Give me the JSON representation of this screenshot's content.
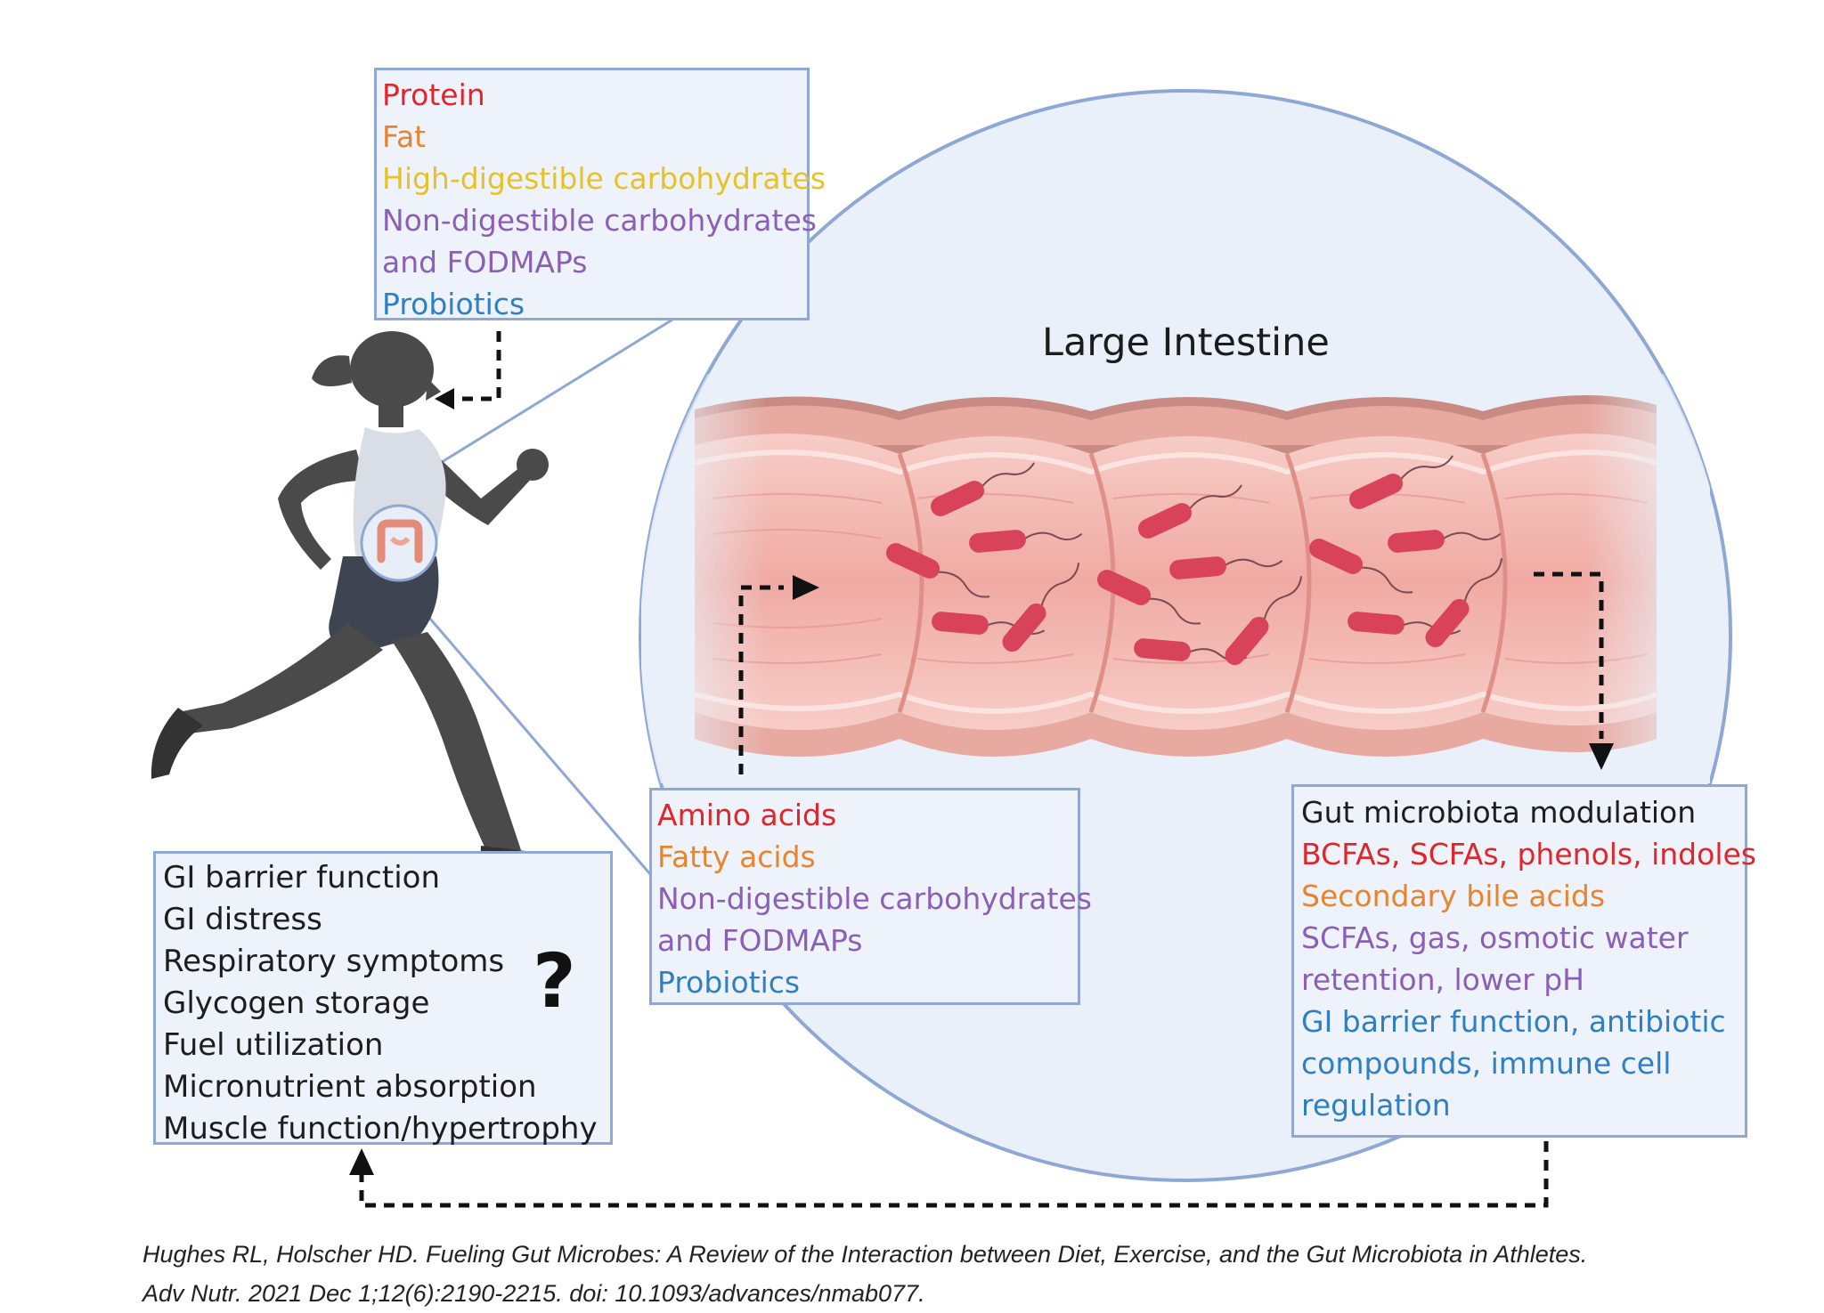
{
  "colors": {
    "protein": "#e0262b",
    "fat": "#e8842e",
    "high_digestible": "#e6c22a",
    "non_digestible": "#8b5fb5",
    "probiotics": "#2f7fc4",
    "neutral": "#1d1d1d",
    "box_border": "#8fa7d4",
    "box_fill": "#eef3fb",
    "magnifier_fill": "#eaf0f9",
    "tissue": "#f2b8b2",
    "bacteria": "#d9435a"
  },
  "diet_box": {
    "lines": [
      "Protein",
      "Fat",
      "High-digestible carbohydrates",
      "Non-digestible carbohydrates",
      "and FODMAPs",
      "Probiotics"
    ]
  },
  "organ": {
    "title": "Large Intestine"
  },
  "colon_box": {
    "lines": [
      "Amino acids",
      "Fatty acids",
      "Non-digestible carbohydrates",
      "and FODMAPs",
      "Probiotics"
    ]
  },
  "outcome_box": {
    "lines": [
      "Gut microbiota modulation",
      "BCFAs, SCFAs, phenols, indoles",
      "Secondary bile acids",
      "SCFAs, gas, osmotic water",
      "retention, lower pH",
      "GI barrier function, antibiotic",
      "compounds, immune cell",
      "regulation"
    ]
  },
  "athlete_box": {
    "lines": [
      "GI barrier function",
      "GI distress",
      "Respiratory symptoms",
      "Glycogen storage",
      "Fuel utilization",
      "Micronutrient absorption",
      "Muscle function/hypertrophy"
    ],
    "question": "?"
  },
  "citation": {
    "line1": "Hughes RL, Holscher HD. Fueling Gut Microbes: A Review of the Interaction between Diet, Exercise, and the Gut Microbiota in Athletes.",
    "line2": "Adv Nutr. 2021 Dec 1;12(6):2190-2215. doi: 10.1093/advances/nmab077."
  },
  "icons": [
    "runner-figure",
    "colon-icon",
    "bacteria",
    "dashed-arrow"
  ]
}
